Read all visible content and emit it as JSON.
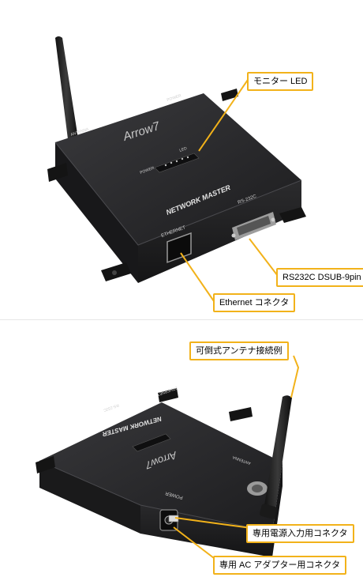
{
  "top_view": {
    "brand": "Arrow7",
    "model_label": "NETWORK MASTER",
    "port_labels": {
      "antenna": "ANTENNA",
      "power": "POWER",
      "ethernet": "ETHERNET",
      "rs232c": "RS-232C",
      "led": "LED",
      "led_power": "POWER"
    },
    "callouts": {
      "monitor_led": "モニター LED",
      "rs232c_dsub": "RS232C DSUB-9pin",
      "ethernet_connector": "Ethernet コネクタ"
    }
  },
  "bottom_view": {
    "brand": "Arrow7",
    "model_label": "NETWORK MASTER",
    "port_labels": {
      "antenna": "ANTENNA",
      "power": "POWER",
      "ethernet": "ETHERNET",
      "rs232c": "RS-232C"
    },
    "callouts": {
      "removable_antenna": "可倒式アンテナ接続例",
      "power_input": "専用電源入力用コネクタ",
      "ac_adapter": "専用 AC アダプター用コネクタ"
    }
  },
  "colors": {
    "callout_border": "#f2b21a",
    "device_body": "#2a2a2c",
    "device_top": "#1f1f21"
  }
}
